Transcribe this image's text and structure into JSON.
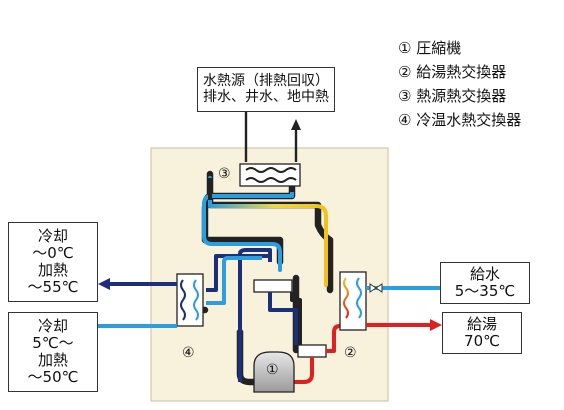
{
  "legend": [
    "① 圧縮機",
    "② 給湯熱交換器",
    "③ 熱源熱交換器",
    "④ 冷温水熱交換器"
  ],
  "heat_source": {
    "line1": "水熱源（排熱回収）",
    "line2": "排水、井水、地中熱"
  },
  "left_top": {
    "line1": "冷却",
    "line2": "～0℃",
    "line3": "加熱",
    "line4": "～55℃"
  },
  "left_bottom": {
    "line1": "冷却",
    "line2": "5℃～",
    "line3": "加熱",
    "line4": "～50℃"
  },
  "water_in": {
    "line1": "給水",
    "line2": "5～35℃"
  },
  "hot_water_out": {
    "line1": "給湯",
    "line2": "70℃"
  },
  "component_numbers": {
    "compressor": "①",
    "hot_water_hx": "②",
    "heat_source_hx": "③",
    "chilled_hot_hx": "④"
  },
  "colors": {
    "navy": "#1b2f7a",
    "light_blue": "#2a9ee0",
    "yellow": "#f2c21a",
    "red": "#e02020",
    "pipe_dark": "#222222",
    "panel": "#f8f1dc"
  }
}
